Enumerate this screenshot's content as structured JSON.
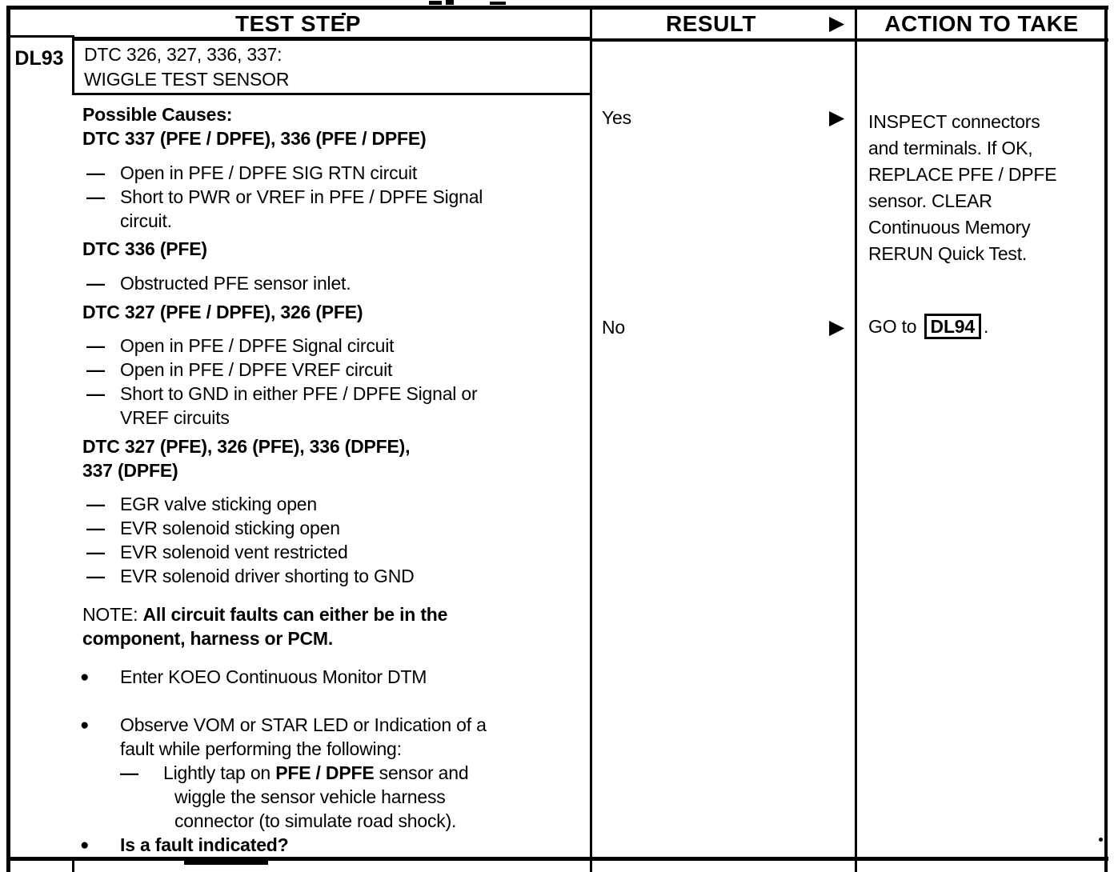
{
  "icons": {
    "dash": "—",
    "bullet": "●",
    "result_arrow": "▶"
  },
  "header": {
    "test_step": "TEST STEP",
    "result": "RESULT",
    "action_to_take": "ACTION TO TAKE"
  },
  "step": {
    "id": "DL93",
    "title_line1": "DTC 326, 327, 336, 337:",
    "title_line2": "WIGGLE TEST SENSOR"
  },
  "test_step": {
    "possible_causes_label": "Possible Causes:",
    "group1": {
      "heading": "DTC 337 (PFE / DPFE), 336 (PFE / DPFE)",
      "item1": "Open in PFE / DPFE SIG RTN circuit",
      "item2_line1": "Short to PWR or VREF in PFE / DPFE Signal",
      "item2_line2": "circuit."
    },
    "group2": {
      "heading": "DTC 336 (PFE)",
      "item1": "Obstructed PFE sensor inlet."
    },
    "group3": {
      "heading": "DTC 327 (PFE / DPFE), 326 (PFE)",
      "item1": "Open in PFE / DPFE Signal circuit",
      "item2": "Open in PFE / DPFE VREF circuit",
      "item3_line1": "Short to GND in either PFE / DPFE Signal or",
      "item3_line2": "VREF circuits"
    },
    "group4": {
      "heading_line1": "DTC 327 (PFE), 326 (PFE), 336 (DPFE),",
      "heading_line2": "337 (DPFE)",
      "item1": "EGR valve sticking open",
      "item2": "EVR solenoid sticking open",
      "item3": "EVR solenoid vent restricted",
      "item4": "EVR solenoid driver shorting to GND"
    },
    "note": {
      "prefix": "NOTE: ",
      "bold_line1": "All circuit faults can either be in the",
      "bold_line2": "component, harness or PCM."
    },
    "bullet1": "Enter KOEO Continuous Monitor DTM",
    "bullet2_line1": "Observe VOM or STAR LED or Indication of a",
    "bullet2_line2": "fault while performing the following:",
    "subdash": {
      "seg1": "Lightly tap on ",
      "seg2": "PFE / DPFE",
      "seg3": " sensor and",
      "line2": "wiggle the sensor vehicle harness",
      "line3": "connector (to simulate road shock)."
    },
    "bullet3": "Is a fault indicated?"
  },
  "result": {
    "yes": "Yes",
    "no": "No"
  },
  "action": {
    "yes_lines": [
      "INSPECT connectors",
      "and terminals. If OK,",
      "REPLACE PFE / DPFE",
      "sensor. CLEAR",
      "Continuous Memory",
      "RERUN Quick Test."
    ],
    "go_prefix": "GO to ",
    "go_target": "DL94",
    "go_suffix": "."
  }
}
